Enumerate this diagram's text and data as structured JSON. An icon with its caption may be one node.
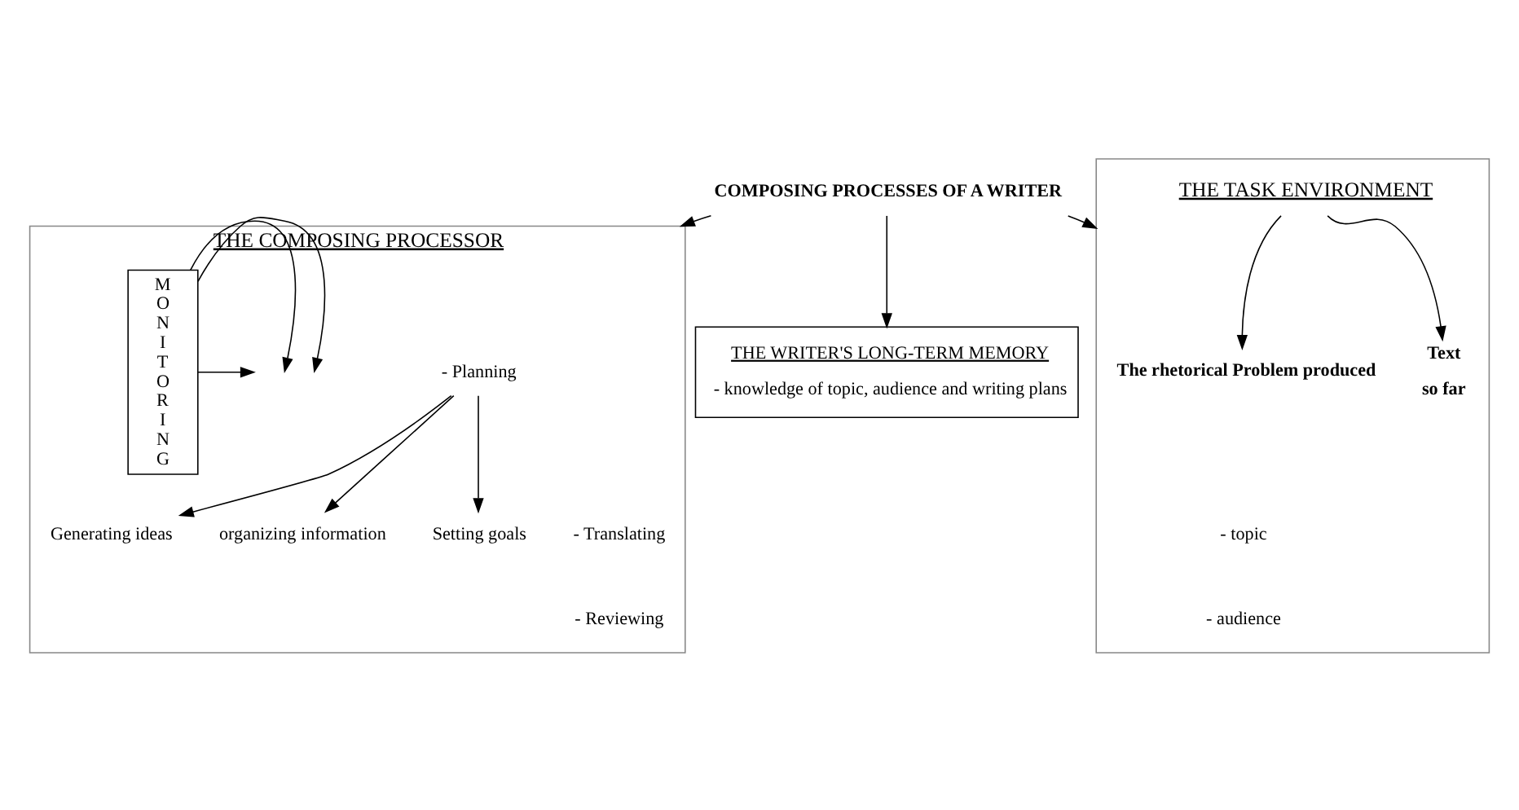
{
  "diagram": {
    "nodes": [
      {
        "text": [
          "COMPOSING PROCESSES OF A WRITER"
        ]
      },
      {
        "text": [
          "THE COMPOSING PROCESSOR",
          "- Translating",
          "- Reviewing"
        ]
      },
      {
        "text": [
          "- Planning"
        ],
        "in": 1
      },
      {
        "text": [
          "Generating ideas"
        ],
        "in": 1
      },
      {
        "text": [
          "organizing information"
        ],
        "in": 1
      },
      {
        "text": [
          "Setting goals"
        ],
        "in": 1
      },
      {
        "text": [
          "MONITORING"
        ],
        "in": 1
      },
      {
        "text": [
          "THE TASK ENVIRONMENT",
          "- topic",
          "- audience"
        ]
      },
      {
        "text": [
          "The rhetorical Problem produced"
        ],
        "in": 7
      },
      {
        "text": [
          "Text",
          "so far"
        ],
        "in": 7
      },
      {
        "text": [
          "THE WRITER'S LONG-TERM MEMORY",
          "- knowledge of topic, audience and writing plans"
        ]
      }
    ],
    "edges": [
      {
        "from": 0,
        "to": 1,
        "arrow": "to"
      },
      {
        "from": 0,
        "to": 7,
        "arrow": "to"
      },
      {
        "from": 0,
        "to": 10,
        "arrow": "to"
      },
      {
        "from": 2,
        "to": 3,
        "arrow": "to"
      },
      {
        "from": 2,
        "to": 4,
        "arrow": "to"
      },
      {
        "from": 2,
        "to": 5,
        "arrow": "to"
      },
      {
        "from": 6,
        "to": null,
        "arrow": "to"
      },
      {
        "from": 6,
        "to": null,
        "arrow": "to"
      },
      {
        "from": 6,
        "to": null,
        "arrow": "to"
      },
      {
        "from": 7,
        "to": 8,
        "arrow": "to"
      },
      {
        "from": 7,
        "to": 9,
        "arrow": "to"
      }
    ]
  }
}
